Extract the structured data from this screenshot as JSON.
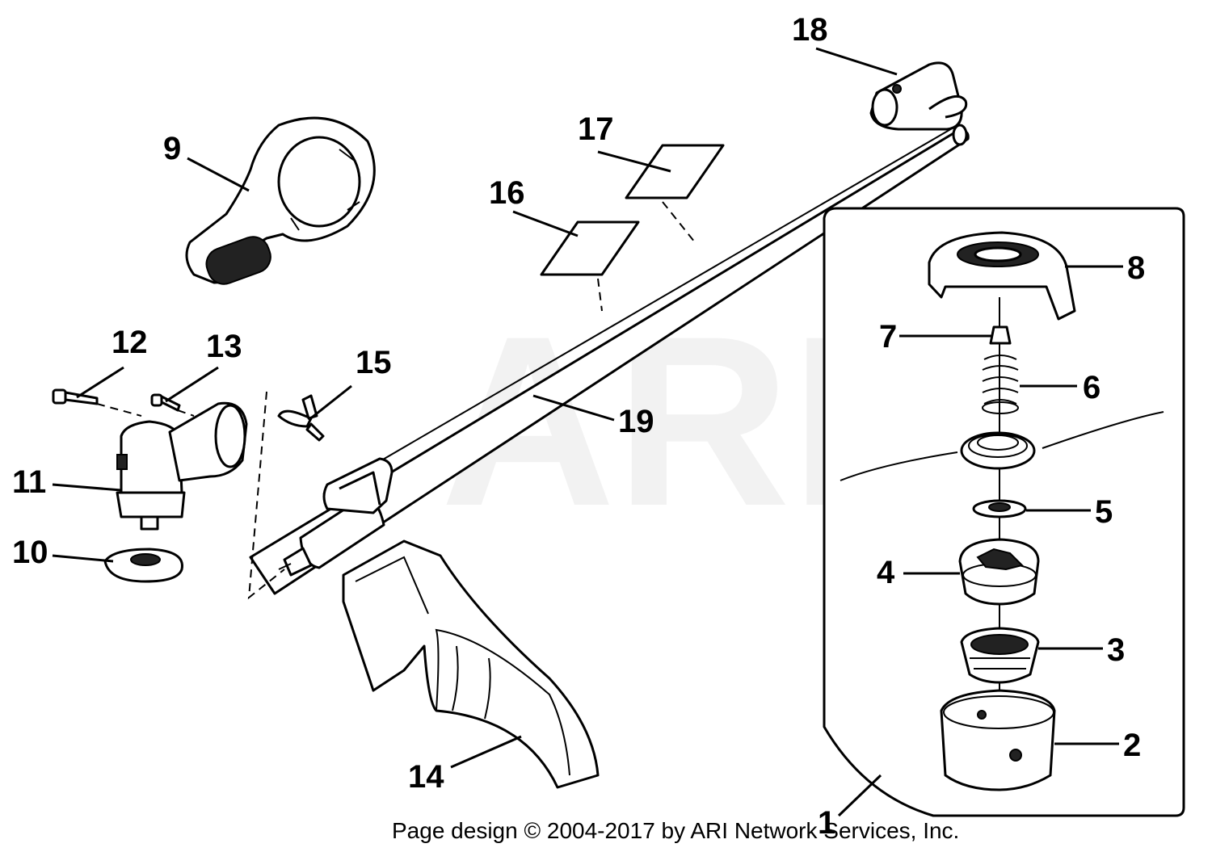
{
  "diagram": {
    "watermark": "ARI",
    "copyright": "Page design © 2004-2017 by ARI Network Services, Inc.",
    "callouts": {
      "p1": "1",
      "p2": "2",
      "p3": "3",
      "p4": "4",
      "p5": "5",
      "p6": "6",
      "p7": "7",
      "p8": "8",
      "p9": "9",
      "p10": "10",
      "p11": "11",
      "p12": "12",
      "p13": "13",
      "p14": "14",
      "p15": "15",
      "p16": "16",
      "p17": "17",
      "p18": "18",
      "p19": "19"
    }
  }
}
